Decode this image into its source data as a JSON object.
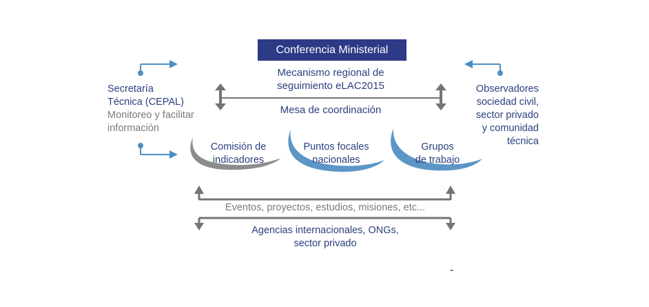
{
  "title": "Conferencia Ministerial",
  "mechanism": {
    "line1": "Mecanismo regional de",
    "line2": "seguimiento eLAC2015"
  },
  "coordination": "Mesa de coordinación",
  "left_panel": {
    "line1": "Secretaría",
    "line2": "Técnica (CEPAL)",
    "line3": "Monitoreo y facilitar",
    "line4": "información"
  },
  "right_panel": {
    "line1": "Observadores",
    "line2": "sociedad civil,",
    "line3": "sector privado",
    "line4": "y comunidad",
    "line5": "técnica"
  },
  "groups": [
    {
      "line1": "Comisión de",
      "line2": "indicadores"
    },
    {
      "line1": "Puntos focales",
      "line2": "nacionales"
    },
    {
      "line1": "Grupos",
      "line2": "de trabajo"
    }
  ],
  "events": "Eventos, proyectos, estudios, misiones, etc...",
  "agencies": {
    "line1": "Agencias internacionales, ONGs,",
    "line2": "sector privado"
  },
  "stray_mark": "-",
  "colors": {
    "navy": "#2d3a86",
    "arrow_blue": "#4a8fc4",
    "arc_grey": "#8c8c8c",
    "arc_blue": "#5b96c6",
    "connector_grey": "#747474"
  }
}
